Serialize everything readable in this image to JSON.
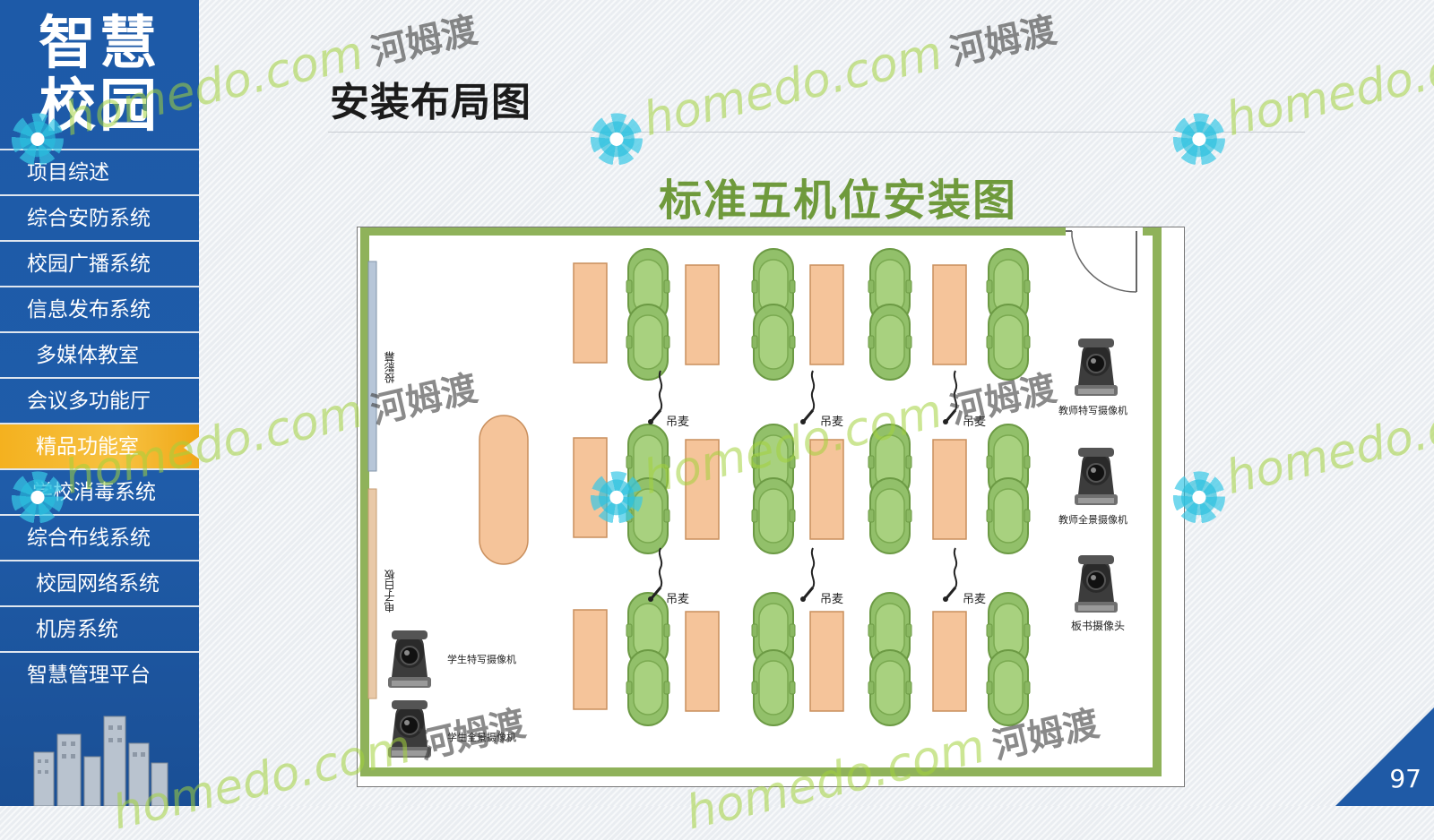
{
  "sidebar": {
    "brand_line1": "智慧",
    "brand_line2": "校园",
    "items": [
      {
        "label": "项目综述",
        "active": false
      },
      {
        "label": "综合安防系统",
        "active": false
      },
      {
        "label": "校园广播系统",
        "active": false
      },
      {
        "label": "信息发布系统",
        "active": false
      },
      {
        "label": "多媒体教室",
        "active": false
      },
      {
        "label": "会议多功能厅",
        "active": false
      },
      {
        "label": "精品功能室",
        "active": true
      },
      {
        "label": "学校消毒系统",
        "active": false
      },
      {
        "label": "综合布线系统",
        "active": false
      },
      {
        "label": "校园网络系统",
        "active": false
      },
      {
        "label": "机房系统",
        "active": false
      },
      {
        "label": "智慧管理平台",
        "active": false
      }
    ]
  },
  "header": {
    "title": "安装布局图"
  },
  "diagram": {
    "title": "标准五机位安装图",
    "labels": {
      "mic": "吊麦",
      "teacher_closeup": "教师特写摄像机",
      "teacher_panorama": "教师全景摄像机",
      "board_camera": "板书摄像头",
      "student_closeup": "学生特写摄像机",
      "student_panorama": "学生全景摄像机",
      "projection_screen": "投影幕",
      "electronic_whiteboard": "电子白板"
    },
    "colors": {
      "wall": "#8fb25a",
      "desk": "#f5c49a",
      "chair": "#92c06a",
      "screen": "#b7c6d8",
      "whiteboard": "#e9c9a8"
    }
  },
  "watermark": {
    "domain": "homedo.com",
    "name": "河姆渡"
  },
  "page_number": "97",
  "colors": {
    "sidebar": "#1f5aa6",
    "active_item": "#f4b11f",
    "diagram_title": "#6f9a3c"
  }
}
